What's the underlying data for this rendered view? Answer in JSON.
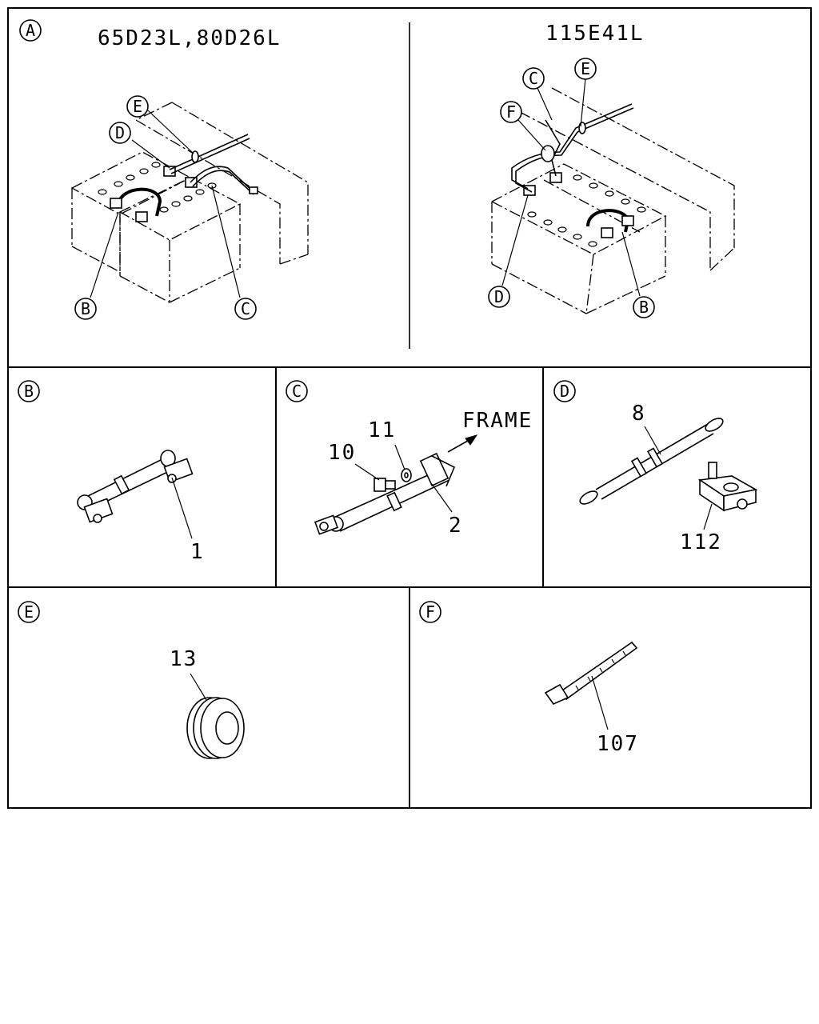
{
  "sections": {
    "A": {
      "letter": "A",
      "left_title": "65D23L,80D26L",
      "right_title": "115E41L"
    },
    "B": {
      "letter": "B"
    },
    "C": {
      "letter": "C"
    },
    "D": {
      "letter": "D"
    },
    "E": {
      "letter": "E"
    },
    "F": {
      "letter": "F"
    }
  },
  "callouts": {
    "left": {
      "E": "E",
      "D": "D",
      "B": "B",
      "C": "C"
    },
    "right": {
      "C": "C",
      "E": "E",
      "F": "F",
      "D": "D",
      "B": "B"
    }
  },
  "parts": {
    "p1": "1",
    "p2": "2",
    "p10": "10",
    "p11": "11",
    "frame": "FRAME",
    "p8": "8",
    "p112": "112",
    "p13": "13",
    "p107": "107"
  }
}
